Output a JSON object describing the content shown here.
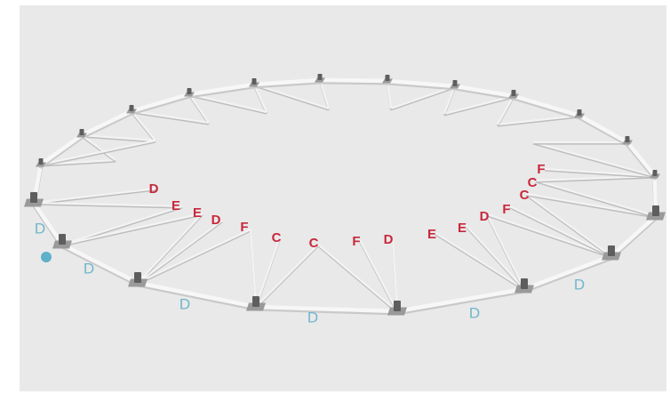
{
  "colors": {
    "background": "#e9e9e9",
    "frame": "#ffffff",
    "ring": "#f7f7f7",
    "ring_shadow": "#c9c9c9",
    "strut": "#f3f3f3",
    "strut_shadow": "#bdbdbd",
    "base_plate": "#9a9a9a",
    "base_plate_dark": "#5e5e5e",
    "strut_label": "#c8283c",
    "rim_label": "#6fb6cc",
    "marker_dot": "#5fb0c8"
  },
  "strut_labels": [
    "D",
    "E",
    "E",
    "D",
    "F",
    "C",
    "C",
    "F",
    "D",
    "E",
    "E",
    "D",
    "F",
    "C",
    "C",
    "F"
  ],
  "rim_labels": [
    "D",
    "D",
    "D",
    "D",
    "D",
    "D"
  ],
  "marker_dot": {
    "shape": "circle"
  }
}
